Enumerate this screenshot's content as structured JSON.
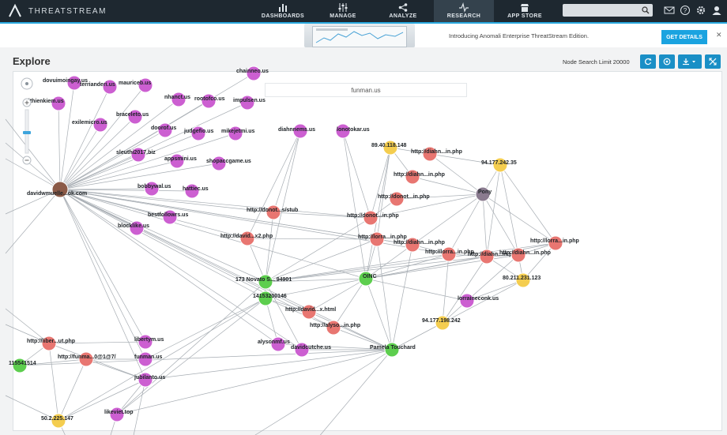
{
  "app": {
    "title": "THREATSTREAM"
  },
  "nav": [
    {
      "label": "DASHBOARDS",
      "icon": "bar-chart-icon"
    },
    {
      "label": "MANAGE",
      "icon": "sliders-icon"
    },
    {
      "label": "ANALYZE",
      "icon": "share-nodes-icon"
    },
    {
      "label": "RESEARCH",
      "icon": "pulse-icon",
      "active": true
    },
    {
      "label": "APP STORE",
      "icon": "store-icon"
    }
  ],
  "search": {
    "placeholder": ""
  },
  "banner": {
    "text": "Introducing Anomali Enterprise ThreatStream Edition.",
    "button": "GET DETAILS",
    "close": "✕"
  },
  "explore": {
    "title": "Explore",
    "node_limit_label": "Node Search Limit",
    "node_limit_value": "20000"
  },
  "graph": {
    "focus_label": "funman.us",
    "colors": {
      "domain": "#cc5fd1",
      "url": "#e87671",
      "ip": "#f4cd4f",
      "actor": "#5dce4e",
      "hub": "#8b5a47",
      "malware": "#8a7b8f"
    },
    "nodes": [
      {
        "id": "hub",
        "label": "davidwmuelle...ok.com",
        "type": "hub"
      },
      {
        "id": "d1",
        "label": "dovuimoingay.us",
        "type": "domain"
      },
      {
        "id": "d2",
        "label": "terrianderi.us",
        "type": "domain"
      },
      {
        "id": "d3",
        "label": "mauriceb.us",
        "type": "domain"
      },
      {
        "id": "d4",
        "label": "chainneo.us",
        "type": "domain"
      },
      {
        "id": "d5",
        "label": "vithienkiem.us",
        "type": "domain"
      },
      {
        "id": "d6",
        "label": "nhanct.us",
        "type": "domain"
      },
      {
        "id": "d7",
        "label": "rootofco.us",
        "type": "domain"
      },
      {
        "id": "d8",
        "label": "impulsen.us",
        "type": "domain"
      },
      {
        "id": "d9",
        "label": "braceleto.us",
        "type": "domain"
      },
      {
        "id": "d10",
        "label": "exilemicro.us",
        "type": "domain"
      },
      {
        "id": "d11",
        "label": "doorof.us",
        "type": "domain"
      },
      {
        "id": "d12",
        "label": "judgefio.us",
        "type": "domain"
      },
      {
        "id": "d13",
        "label": "mikejetmi.us",
        "type": "domain"
      },
      {
        "id": "d14",
        "label": "diahnnems.us",
        "type": "domain"
      },
      {
        "id": "d15",
        "label": "lonotokar.us",
        "type": "domain"
      },
      {
        "id": "d16",
        "label": "sleuthi2017.biz",
        "type": "domain"
      },
      {
        "id": "d17",
        "label": "appsmini.us",
        "type": "domain"
      },
      {
        "id": "d18",
        "label": "shopaccgame.us",
        "type": "domain"
      },
      {
        "id": "d19",
        "label": "bobbywal.us",
        "type": "domain"
      },
      {
        "id": "d20",
        "label": "hattiec.us",
        "type": "domain"
      },
      {
        "id": "d21",
        "label": "bestfollowrs.us",
        "type": "domain"
      },
      {
        "id": "d22",
        "label": "blocklike.us",
        "type": "domain"
      },
      {
        "id": "d23",
        "label": "lorraineconk.us",
        "type": "domain"
      },
      {
        "id": "d24",
        "label": "alysonmf.us",
        "type": "domain"
      },
      {
        "id": "d25",
        "label": "davidcutche.us",
        "type": "domain"
      },
      {
        "id": "d26",
        "label": "libertym.us",
        "type": "domain"
      },
      {
        "id": "d27",
        "label": "funman.us",
        "type": "domain"
      },
      {
        "id": "d28",
        "label": "jubilanto.us",
        "type": "domain"
      },
      {
        "id": "d29",
        "label": "likeviet.top",
        "type": "domain"
      },
      {
        "id": "ip1",
        "label": "89.40.118.148",
        "type": "ip"
      },
      {
        "id": "ip2",
        "label": "94.177.242.35",
        "type": "ip"
      },
      {
        "id": "ip3",
        "label": "80.211.231.123",
        "type": "ip"
      },
      {
        "id": "ip4",
        "label": "94.177.198.242",
        "type": "ip"
      },
      {
        "id": "ip5",
        "label": "50.2.225.147",
        "type": "ip"
      },
      {
        "id": "mal",
        "label": "Pony",
        "type": "malware"
      },
      {
        "id": "u1",
        "label": "http://diahn...in.php",
        "type": "url"
      },
      {
        "id": "u2",
        "label": "http://diahn...in.php",
        "type": "url"
      },
      {
        "id": "u3",
        "label": "http://donot...in.php",
        "type": "url"
      },
      {
        "id": "u4",
        "label": "http://donot...s/stub",
        "type": "url"
      },
      {
        "id": "u5",
        "label": "http://donot...in.php",
        "type": "url"
      },
      {
        "id": "u6",
        "label": "http://david...x2.php",
        "type": "url"
      },
      {
        "id": "u7",
        "label": "http://lorra...in.php",
        "type": "url"
      },
      {
        "id": "u8",
        "label": "http://diahn...in.php",
        "type": "url"
      },
      {
        "id": "u9",
        "label": "http://lorra...in.php",
        "type": "url"
      },
      {
        "id": "u10",
        "label": "http://diahn...in.php",
        "type": "url"
      },
      {
        "id": "u11",
        "label": "http://diahn...in.php",
        "type": "url"
      },
      {
        "id": "u12",
        "label": "http://lorra...in.php",
        "type": "url"
      },
      {
        "id": "u13",
        "label": "http://david...x.html",
        "type": "url"
      },
      {
        "id": "u14",
        "label": "http://alyso...in.php",
        "type": "url"
      },
      {
        "id": "u15",
        "label": "http://liber...ut.php",
        "type": "url"
      },
      {
        "id": "u16",
        "label": "http://funma...0@1@7/",
        "type": "url"
      },
      {
        "id": "a1",
        "label": "173 Novato S... 94901",
        "type": "actor"
      },
      {
        "id": "a2",
        "label": "14153200146",
        "type": "actor"
      },
      {
        "id": "a3",
        "label": "OINC",
        "type": "actor"
      },
      {
        "id": "a4",
        "label": "Pamela Touchard",
        "type": "actor"
      },
      {
        "id": "a5",
        "label": "115541514",
        "type": "actor"
      }
    ]
  }
}
